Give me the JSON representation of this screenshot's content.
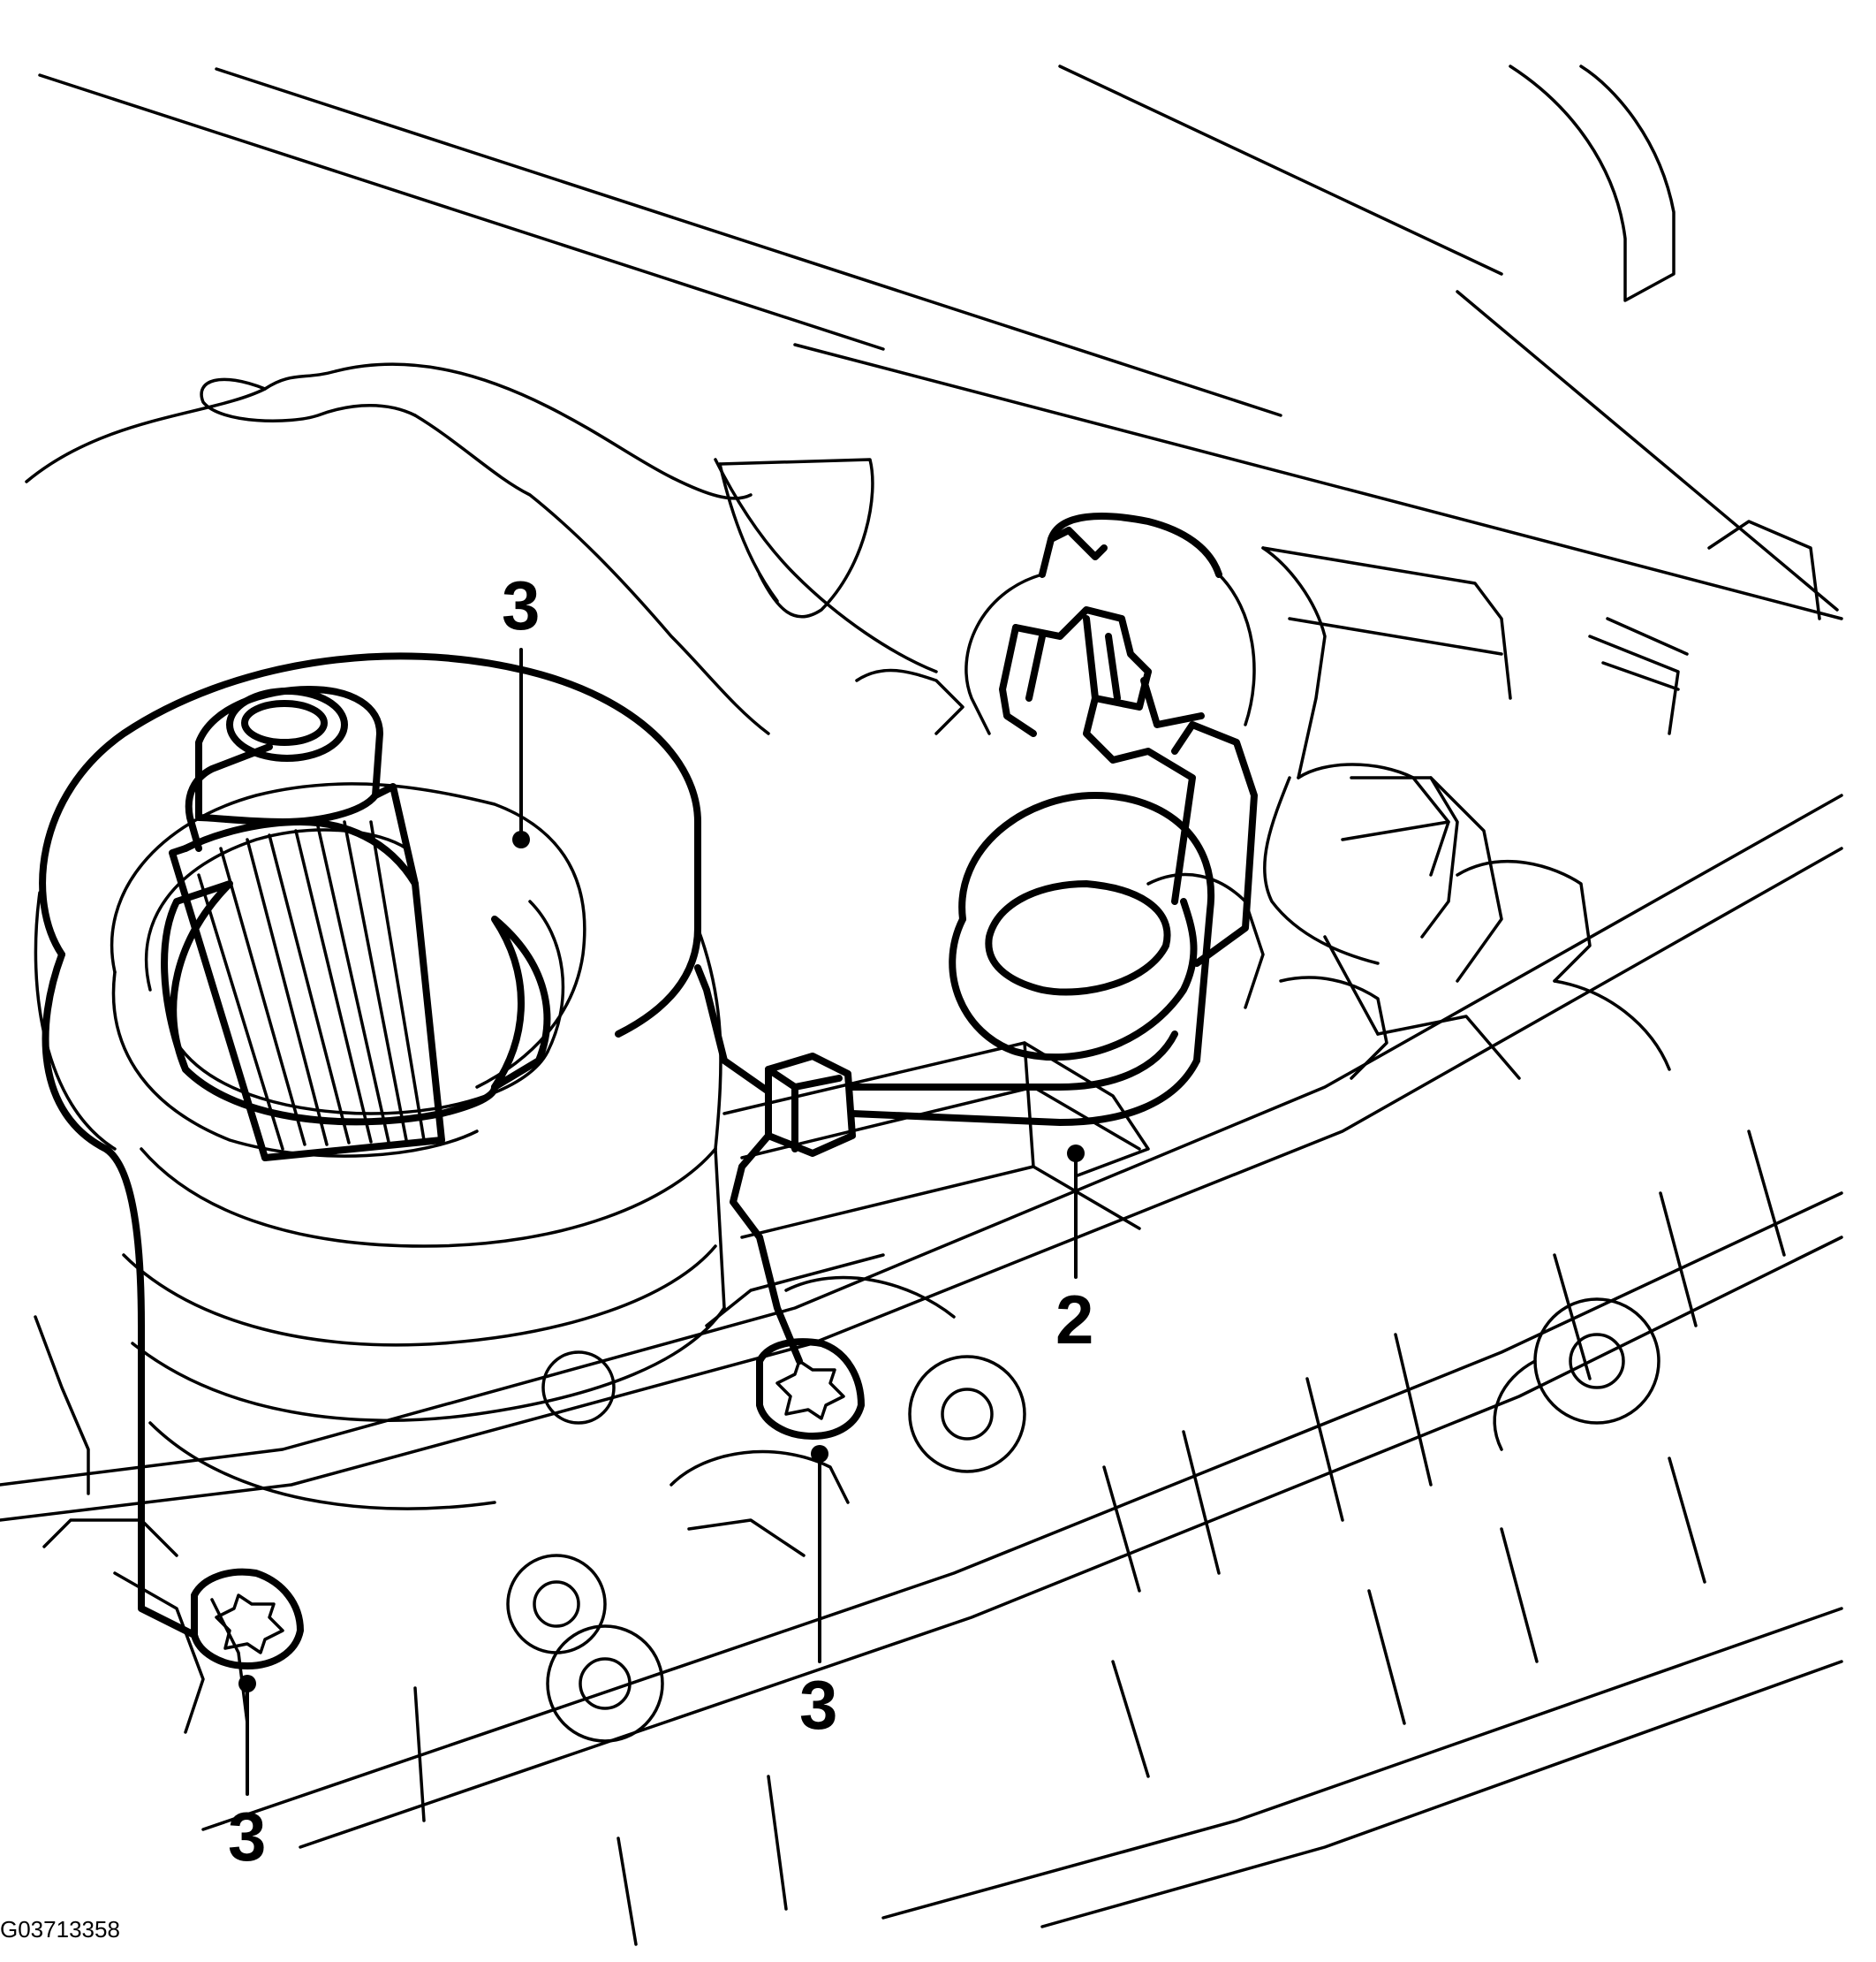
{
  "diagram": {
    "callouts": [
      {
        "id": "callout-3-top",
        "label": "3"
      },
      {
        "id": "callout-2",
        "label": "2"
      },
      {
        "id": "callout-3-middle",
        "label": "3"
      },
      {
        "id": "callout-3-bottom",
        "label": "3"
      }
    ],
    "figure_code": "G03713358",
    "colors": {
      "ink": "#000000",
      "paper": "#ffffff"
    }
  }
}
